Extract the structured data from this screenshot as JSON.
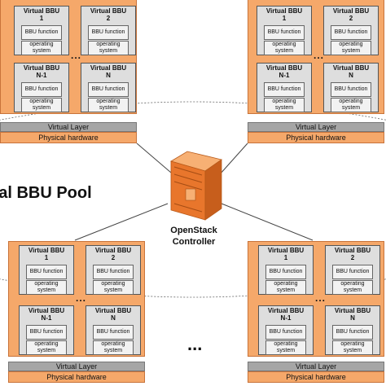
{
  "pool_title": "ual BBU Pool",
  "controller": {
    "line1": "OpenStack",
    "line2": "Controller",
    "icon": "server-tower-icon"
  },
  "servers": [
    {
      "vm_top_left": {
        "title1": "Virtual BBU",
        "title2": "1",
        "func": "BBU function",
        "os": "operating system"
      },
      "vm_top_right": {
        "title1": "Virtual BBU",
        "title2": "2",
        "func": "BBU function",
        "os": "operating system"
      },
      "vm_bottom_left": {
        "title1": "Virtual BBU",
        "title2": "N-1",
        "func": "BBU function",
        "os": "operating system"
      },
      "vm_bottom_right": {
        "title1": "Virtual BBU",
        "title2": "N",
        "func": "BBU function",
        "os": "operating system"
      },
      "dots": "...",
      "virtual_layer": "Virtual Layer",
      "physical_hardware": "Physical hardware"
    },
    {
      "vm_top_left": {
        "title1": "Virtual BBU",
        "title2": "1",
        "func": "BBU function",
        "os": "operating system"
      },
      "vm_top_right": {
        "title1": "Virtual BBU",
        "title2": "2",
        "func": "BBU function",
        "os": "operating system"
      },
      "vm_bottom_left": {
        "title1": "Virtual BBU",
        "title2": "N-1",
        "func": "BBU function",
        "os": "operating system"
      },
      "vm_bottom_right": {
        "title1": "Virtual BBU",
        "title2": "N",
        "func": "BBU function",
        "os": "operating system"
      },
      "dots": "...",
      "virtual_layer": "Virtual Layer",
      "physical_hardware": "Physical hardware"
    },
    {
      "vm_top_left": {
        "title1": "Virtual BBU",
        "title2": "1",
        "func": "BBU function",
        "os": "operating system"
      },
      "vm_top_right": {
        "title1": "Virtual BBU",
        "title2": "2",
        "func": "BBU function",
        "os": "operating system"
      },
      "vm_bottom_left": {
        "title1": "Virtual BBU",
        "title2": "N-1",
        "func": "BBU function",
        "os": "operating system"
      },
      "vm_bottom_right": {
        "title1": "Virtual BBU",
        "title2": "N",
        "func": "BBU function",
        "os": "operating system"
      },
      "dots": "...",
      "virtual_layer": "Virtual Layer",
      "physical_hardware": "Physical hardware"
    },
    {
      "vm_top_left": {
        "title1": "Virtual BBU",
        "title2": "1",
        "func": "BBU function",
        "os": "operating system"
      },
      "vm_top_right": {
        "title1": "Virtual BBU",
        "title2": "2",
        "func": "BBU function",
        "os": "operating system"
      },
      "vm_bottom_left": {
        "title1": "Virtual BBU",
        "title2": "N-1",
        "func": "BBU function",
        "os": "operating system"
      },
      "vm_bottom_right": {
        "title1": "Virtual BBU",
        "title2": "N",
        "func": "BBU function",
        "os": "operating system"
      },
      "dots": "...",
      "virtual_layer": "Virtual Layer",
      "physical_hardware": "Physical hardware"
    }
  ],
  "more_servers": "...",
  "colors": {
    "server_orange": "#f5a86a",
    "virtual_layer_gray": "#a6a6a6",
    "vm_gray": "#dedede",
    "controller_orange": "#e8762c"
  }
}
